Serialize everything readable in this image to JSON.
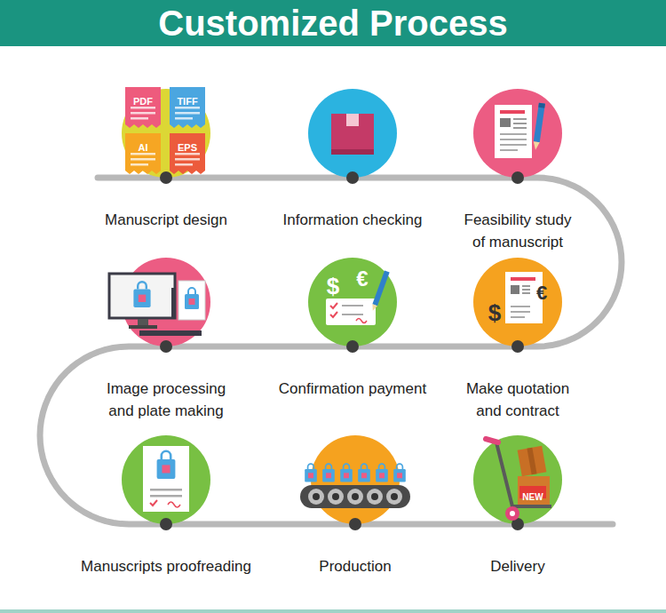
{
  "diagram": {
    "title": "Customized Process",
    "nodes": [
      {
        "text": [
          "Manuscript design"
        ]
      },
      {
        "text": [
          "Information checking"
        ]
      },
      {
        "text": [
          "Feasibility study of manuscript"
        ]
      },
      {
        "text": [
          "Make quotation and contract"
        ]
      },
      {
        "text": [
          "Confirmation payment"
        ]
      },
      {
        "text": [
          "Image processing and plate making"
        ]
      },
      {
        "text": [
          "Manuscripts proofreading"
        ]
      },
      {
        "text": [
          "Production"
        ]
      },
      {
        "text": [
          "Delivery"
        ]
      }
    ],
    "edges": [
      {
        "from": 0,
        "to": 1,
        "arrow": "none"
      },
      {
        "from": 1,
        "to": 2,
        "arrow": "none"
      },
      {
        "from": 2,
        "to": 3,
        "arrow": "none"
      },
      {
        "from": 3,
        "to": 4,
        "arrow": "none"
      },
      {
        "from": 4,
        "to": 5,
        "arrow": "none"
      },
      {
        "from": 5,
        "to": 6,
        "arrow": "none"
      },
      {
        "from": 6,
        "to": 7,
        "arrow": "none"
      },
      {
        "from": 7,
        "to": 8,
        "arrow": "none"
      }
    ],
    "labels": [
      "PDF",
      "TIFF",
      "AI",
      "EPS",
      "$",
      "€",
      "$",
      "€",
      "NEW"
    ]
  }
}
